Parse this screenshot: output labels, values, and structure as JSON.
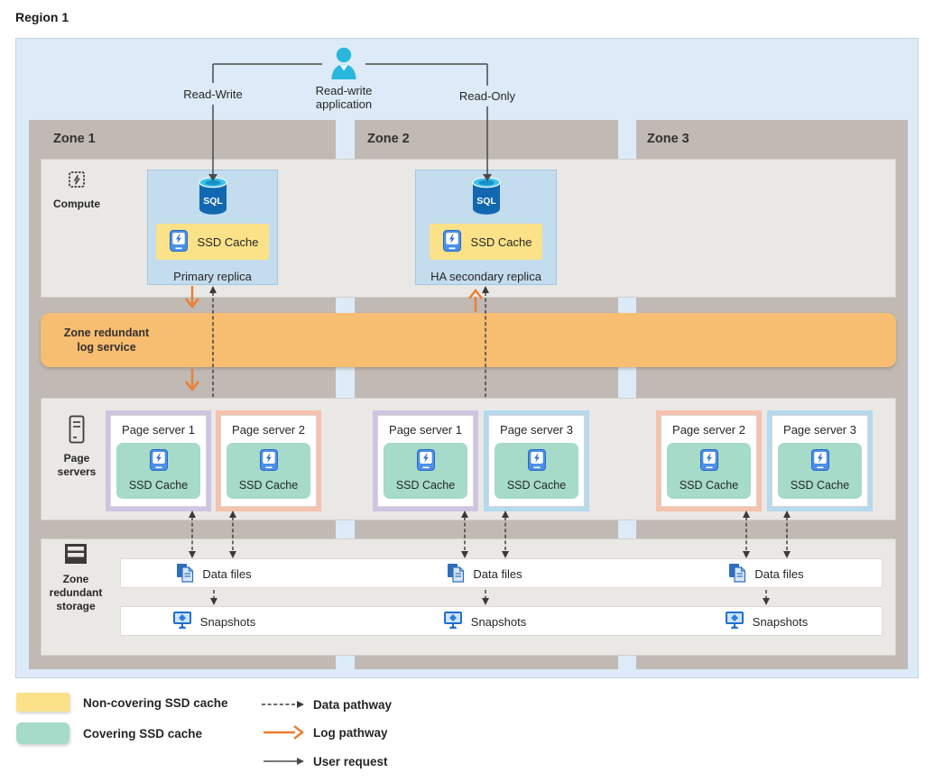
{
  "region": {
    "label": "Region 1"
  },
  "application": {
    "name_line1": "Read-write",
    "name_line2": "application",
    "read_write": "Read-Write",
    "read_only": "Read-Only"
  },
  "zones": [
    {
      "label": "Zone 1"
    },
    {
      "label": "Zone 2"
    },
    {
      "label": "Zone 3"
    }
  ],
  "compute_row": {
    "label": "Compute",
    "replicas": [
      {
        "db_icon_text": "SQL",
        "cache": "SSD Cache",
        "title": "Primary replica"
      },
      {
        "db_icon_text": "SQL",
        "cache": "SSD Cache",
        "title": "HA secondary replica"
      }
    ]
  },
  "log_service": {
    "line1": "Zone redundant",
    "line2": "log service"
  },
  "page_servers_row": {
    "label_line1": "Page",
    "label_line2": "servers",
    "servers": [
      {
        "zone": "Zone 1",
        "title": "Page server 1",
        "cache": "SSD Cache"
      },
      {
        "zone": "Zone 1",
        "title": "Page server 2",
        "cache": "SSD Cache"
      },
      {
        "zone": "Zone 2",
        "title": "Page server 1",
        "cache": "SSD Cache"
      },
      {
        "zone": "Zone 2",
        "title": "Page server 3",
        "cache": "SSD Cache"
      },
      {
        "zone": "Zone 3",
        "title": "Page server 2",
        "cache": "SSD Cache"
      },
      {
        "zone": "Zone 3",
        "title": "Page server 3",
        "cache": "SSD Cache"
      }
    ]
  },
  "storage_row": {
    "label_line1": "Zone",
    "label_line2": "redundant",
    "label_line3": "storage",
    "data_files": "Data files",
    "snapshots": "Snapshots"
  },
  "legend": {
    "non_covering": "Non-covering SSD cache",
    "covering": "Covering SSD cache",
    "data_pathway": "Data pathway",
    "log_pathway": "Log pathway",
    "user_request": "User request"
  },
  "colors": {
    "region_bg": "#dcebf7",
    "zone_bg": "#c1b9b3",
    "row_band_bg": "#eae8e5",
    "log_band_bg": "#f7bd71",
    "replica_bg": "#c3dcee",
    "non_covering_cache": "#fbe288",
    "covering_cache": "#a5dbc8",
    "page_server_1_border": "#cec5e2",
    "page_server_2_border": "#f6c1ad",
    "page_server_3_border": "#b5d9ee",
    "log_arrow": "#ed7d31",
    "data_arrow": "#3b3a39",
    "user_arrow": "#4a4a4a"
  }
}
